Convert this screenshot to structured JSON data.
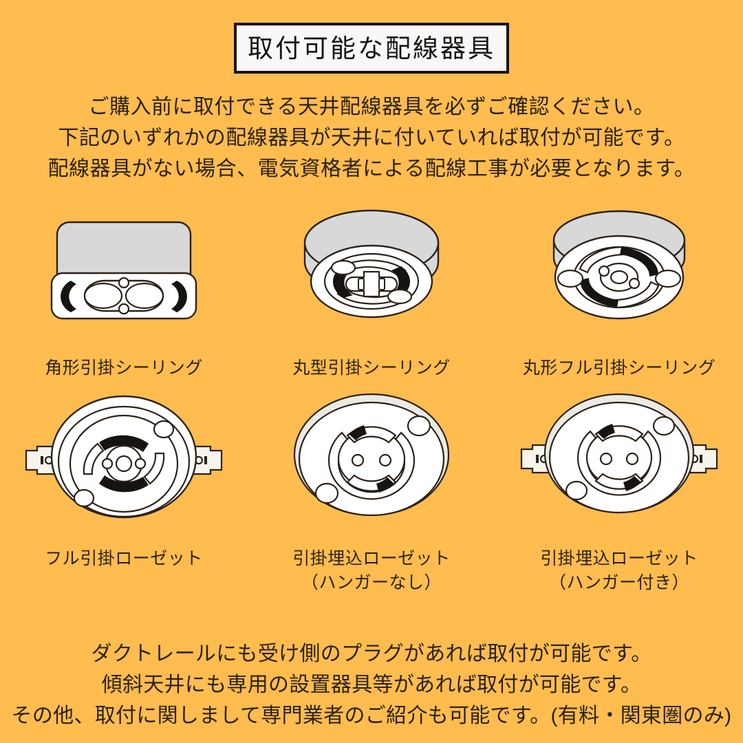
{
  "background_color": "#ffbc4f",
  "text_color": "#2b2218",
  "gray_color": "#d8d8d8",
  "title": {
    "text": "取付可能な配線器具",
    "box_fill": "#f8f8f6",
    "box_border": "#17140f"
  },
  "intro": {
    "lines": [
      "ご購入前に取付できる天井配線器具を必ずご確認ください。",
      "下記のいずれかの配線器具が天井に付いていれば取付が可能です。",
      "配線器具がない場合、電気資格者による配線工事が必要となります。"
    ]
  },
  "fixtures": [
    {
      "id": "kakugata-hikkake-ceiling",
      "label_line1": "角形引掛シーリング",
      "label_line2": ""
    },
    {
      "id": "marugata-hikkake-ceiling",
      "label_line1": "丸型引掛シーリング",
      "label_line2": ""
    },
    {
      "id": "marugata-full-hikkake-ceiling",
      "label_line1": "丸形フル引掛シーリング",
      "label_line2": ""
    },
    {
      "id": "full-hikkake-rosette",
      "label_line1": "フル引掛ローゼット",
      "label_line2": ""
    },
    {
      "id": "hikkake-umekomi-rosette-no-hanger",
      "label_line1": "引掛埋込ローゼット",
      "label_line2": "（ハンガーなし）"
    },
    {
      "id": "hikkake-umekomi-rosette-with-hanger",
      "label_line1": "引掛埋込ローゼット",
      "label_line2": "（ハンガー付き）"
    }
  ],
  "footer": {
    "lines": [
      "ダクトレールにも受け側のプラグがあれば取付が可能です。",
      "傾斜天井にも専用の設置器具等があれば取付が可能です。",
      "その他、取付に関しまして専門業者のご紹介も可能です。(有料・関東圏のみ)"
    ]
  }
}
